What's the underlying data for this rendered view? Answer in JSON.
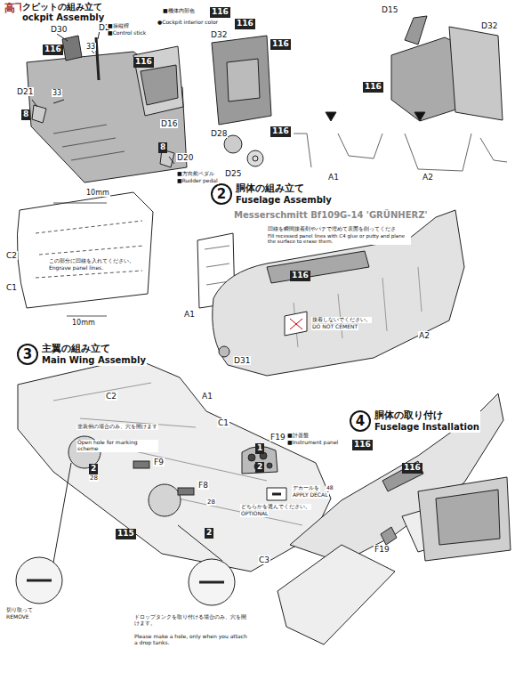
{
  "diagram": {
    "nodes": [
      {
        "text": [
          "116"
        ]
      },
      {
        "text": [
          "116"
        ]
      },
      {
        "text": [
          "8"
        ]
      },
      {
        "text": [
          "8"
        ]
      },
      {
        "text": [
          "116"
        ]
      },
      {
        "text": [
          "116"
        ]
      },
      {
        "text": [
          "116"
        ]
      },
      {
        "text": [
          "116"
        ]
      },
      {
        "text": [
          "116"
        ]
      },
      {
        "text": [
          "2",
          "胴体の組み立て",
          "Fuselage Assembly"
        ]
      },
      {
        "text": [
          "116"
        ]
      },
      {
        "text": [
          "3",
          "主翼の組み立て",
          "Main Wing Assembly"
        ]
      },
      {
        "text": [
          "2"
        ]
      },
      {
        "text": [
          "115"
        ]
      },
      {
        "text": [
          "2"
        ]
      },
      {
        "text": [
          "4",
          "胴体の取り付け",
          "Fuselage Installation"
        ]
      },
      {
        "text": [
          "1"
        ]
      },
      {
        "text": [
          "2"
        ]
      },
      {
        "text": [
          "116"
        ]
      },
      {
        "text": [
          "116"
        ]
      }
    ],
    "labels": [
      "高飞网",
      "クピットの組み立て",
      "ockpit Assembly",
      "D30",
      "33",
      "D2",
      "■操縦桿",
      "■Control stick",
      "D16",
      "D21",
      "33",
      "D20",
      "■方向舵ペダル",
      "■Rudder pedal",
      "■機体内部色",
      "●Cockpit interior color",
      "D32",
      "D28",
      "D25",
      "D15",
      "D32",
      "A1",
      "A2",
      "Messerschmitt Bf109G-14 'GRÜNHERZ'",
      "10mm",
      "C2",
      "C1",
      "この部分に凹線を入れてください。",
      "Engrave panel lines.",
      "10mm",
      "A1",
      "凹線を瞬間接着剤やパテで埋めて表面を削ってください。",
      "Fill recessed panel lines with C4 glue or putty and plane the surface to erase them.",
      "接着しないでください。",
      "DO NOT CEMENT",
      "D31",
      "A1",
      "A2",
      "C2",
      "塗装例の場合のみ、穴を開けます",
      "Open hole for marking scheme",
      "28",
      "F9",
      "C1",
      "F8",
      "28",
      "C3",
      "切り取って",
      "REMOVE",
      "ドロップタンクを取り付ける場合のみ、穴を開けます。",
      "Please make a hole, only when you attach a drop tanks.",
      "F19",
      "■計器盤",
      "■Instrument panel",
      "デカールを",
      "48",
      "APPLY DECAL",
      "どちらかを選んでください。",
      "OPTIONAL",
      "F19"
    ]
  }
}
